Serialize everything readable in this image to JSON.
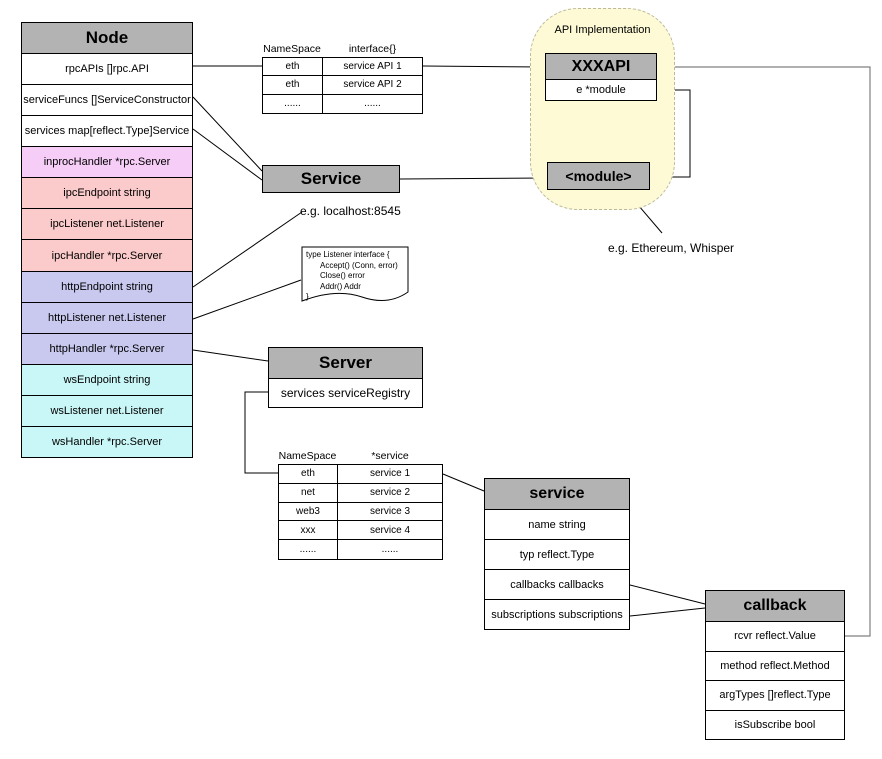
{
  "node": {
    "title": "Node",
    "fields": [
      {
        "label": "rpcAPIs []rpc.API",
        "color": "white"
      },
      {
        "label": "serviceFuncs []ServiceConstructor",
        "color": "white"
      },
      {
        "label": "services map[reflect.Type]Service",
        "color": "white"
      },
      {
        "label": "inprocHandler *rpc.Server",
        "color": "magenta"
      },
      {
        "label": "ipcEndpoint string",
        "color": "salmon"
      },
      {
        "label": "ipcListener net.Listener",
        "color": "salmon"
      },
      {
        "label": "ipcHandler *rpc.Server",
        "color": "salmon"
      },
      {
        "label": "httpEndpoint string",
        "color": "lavender"
      },
      {
        "label": "httpListener net.Listener",
        "color": "lavender"
      },
      {
        "label": "httpHandler *rpc.Server",
        "color": "lavender"
      },
      {
        "label": "wsEndpoint string",
        "color": "cyan"
      },
      {
        "label": "wsListener net.Listener",
        "color": "cyan"
      },
      {
        "label": "wsHandler *rpc.Server",
        "color": "cyan"
      }
    ]
  },
  "api_table": {
    "col_headers": [
      "NameSpace",
      "interface{}"
    ],
    "rows": [
      [
        "eth",
        "service API 1"
      ],
      [
        "eth",
        "service API 2"
      ],
      [
        "......",
        "......"
      ]
    ]
  },
  "api_impl": {
    "panel_label": "API Implementation",
    "xxxapi_title": "XXXAPI",
    "xxxapi_field": "e *module",
    "module_title": "<module>",
    "example_note": "e.g. Ethereum, Whisper"
  },
  "service_box": {
    "title": "Service"
  },
  "endpoint_note": "e.g. localhost:8545",
  "listener_note": {
    "lines": [
      "type Listener interface {",
      "Accept() (Conn, error)",
      "Close() error",
      "Addr() Addr",
      "}"
    ]
  },
  "server_box": {
    "title": "Server",
    "field": "services serviceRegistry"
  },
  "registry_table": {
    "col_headers": [
      "NameSpace",
      "*service"
    ],
    "rows": [
      [
        "eth",
        "service 1"
      ],
      [
        "net",
        "service 2"
      ],
      [
        "web3",
        "service 3"
      ],
      [
        "xxx",
        "service 4"
      ],
      [
        "......",
        "......"
      ]
    ]
  },
  "service_struct": {
    "title": "service",
    "fields": [
      "name string",
      "typ reflect.Type",
      "callbacks callbacks",
      "subscriptions subscriptions"
    ]
  },
  "callback_struct": {
    "title": "callback",
    "fields": [
      "rcvr reflect.Value",
      "method reflect.Method",
      "argTypes []reflect.Type",
      "isSubscribe bool"
    ]
  },
  "colors": {
    "header_gray": "#b3b3b3",
    "magenta_row": "#f6cdf6",
    "salmon_row": "#fbcaca",
    "lavender_row": "#c9c9f0",
    "cyan_row": "#c9f6f6",
    "yellow_panel": "#fdfad5",
    "connector_gray": "#808080",
    "connector_black": "#000000"
  }
}
